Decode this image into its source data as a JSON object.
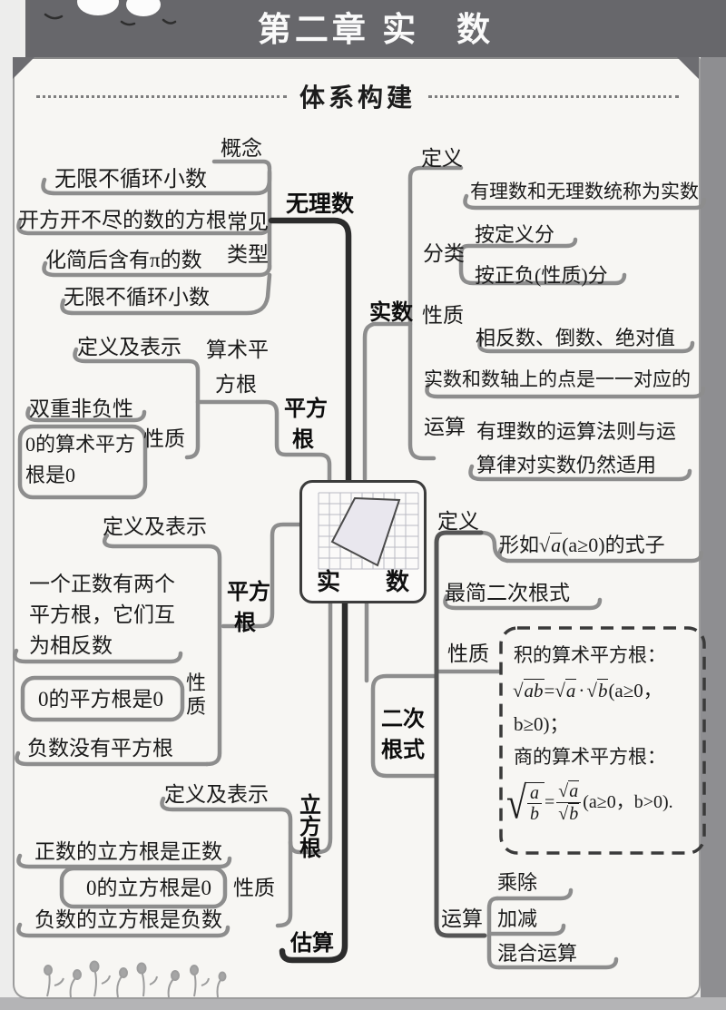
{
  "header": {
    "title": "第二章 实　数"
  },
  "section": {
    "heading": "体系构建"
  },
  "root": {
    "label_left": "实",
    "label_right": "数"
  },
  "irrational": {
    "label": "无理数",
    "concept_label": "概念",
    "concept_leaf": "无限不循环小数",
    "types_label_1": "常见",
    "types_label_2": "类型",
    "leaves": [
      "开方开不尽的数的方根",
      "化简后含有π的数",
      "无限不循环小数"
    ]
  },
  "real_branch": {
    "label": "实数",
    "def_label": "定义",
    "def_leaf": "有理数和无理数统称为实数",
    "cls_label": "分类",
    "cls_leaves": [
      "按定义分",
      "按正负(性质)分"
    ],
    "prop_label": "性质",
    "prop_leaves": [
      "相反数、倒数、绝对值",
      "实数和数轴上的点是一一对应的"
    ],
    "op_label": "运算",
    "op_leaf_1": "有理数的运算法则与运",
    "op_leaf_2": "算律对实数仍然适用"
  },
  "arith_sqrt": {
    "label_1": "算术平",
    "label_2": "方根",
    "branch_label_1": "平方",
    "branch_label_2": "根",
    "def_label": "定义及表示",
    "prop_label": "性质",
    "leaf_1": "双重非负性",
    "leaf_2a": "0的算术平方",
    "leaf_2b": "根是0"
  },
  "sqrt": {
    "branch_label_1": "平方",
    "branch_label_2": "根",
    "def_label": "定义及表示",
    "prop_label_1": "性",
    "prop_label_2": "质",
    "leaf_1a": "一个正数有两个",
    "leaf_1b": "平方根，它们互",
    "leaf_1c": "为相反数",
    "leaf_2": "0的平方根是0",
    "leaf_3": "负数没有平方根"
  },
  "cube": {
    "label_1": "立",
    "label_2": "方",
    "label_3": "根",
    "def_label": "定义及表示",
    "prop_label": "性质",
    "leaves": [
      "正数的立方根是正数",
      "0的立方根是0",
      "负数的立方根是负数"
    ]
  },
  "estimate": {
    "label": "估算"
  },
  "quad": {
    "label_1": "二次",
    "label_2": "根式",
    "def_label": "定义",
    "def_leaf": {
      "pre": "形如",
      "rad": "a",
      "post": "(a≥0)的式子"
    },
    "simplest": "最简二次根式",
    "prop_label": "性质",
    "box": {
      "t1": "积的算术平方根：",
      "f1": {
        "r1": "ab",
        "eq": "=",
        "r2": "a",
        "dot": "·",
        "r3": "b",
        "tail": "(a≥0，"
      },
      "t2": "b≥0)；",
      "t3": "商的算术平方根：",
      "f2": {
        "num": "a",
        "den": "b",
        "eq": "=",
        "num2": "a",
        "den2": "b",
        "tail": "(a≥0，b>0)."
      }
    },
    "op_label": "运算",
    "op_leaves": [
      "乘除",
      "加减",
      "混合运算"
    ]
  }
}
